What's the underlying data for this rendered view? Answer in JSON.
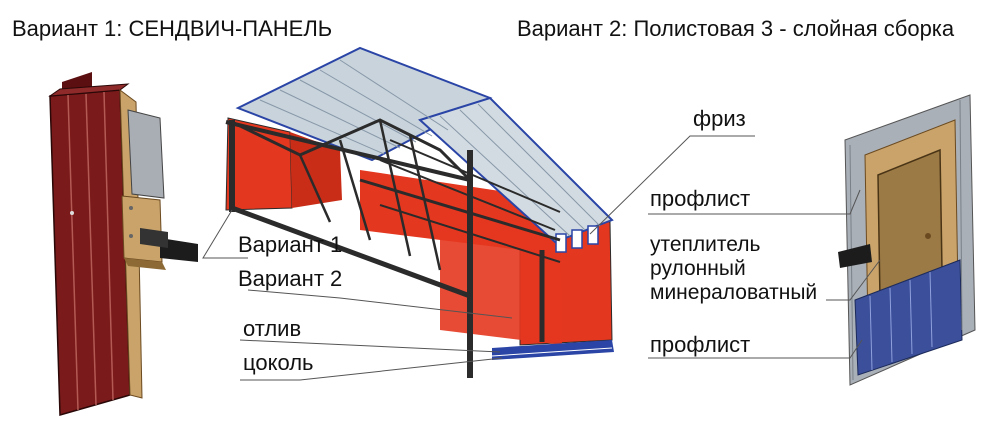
{
  "titles": {
    "variant1": "Вариант 1: СЕНДВИЧ-ПАНЕЛЬ",
    "variant2": "Вариант 2: Полистовая 3 - слойная сборка"
  },
  "labels": {
    "variant1": "Вариант 1",
    "variant2": "Вариант 2",
    "otliv": "отлив",
    "tsokol": "цоколь",
    "friz": "фриз",
    "proflist_top": "профлист",
    "insulation_1": "утеплитель",
    "insulation_2": "рулонный",
    "insulation_3": "минераловатный",
    "proflist_bottom": "профлист"
  },
  "colors": {
    "sandwich_skin": "#7a1a1a",
    "wall_red": "#e4371f",
    "roof": "#c8d3dc",
    "roof_edge": "#2a45a6",
    "insulation": "#c9a36a",
    "steel": "#2b2b2b",
    "profile_blue": "#3b4f9a",
    "profile_grey": "#aab0b8"
  }
}
